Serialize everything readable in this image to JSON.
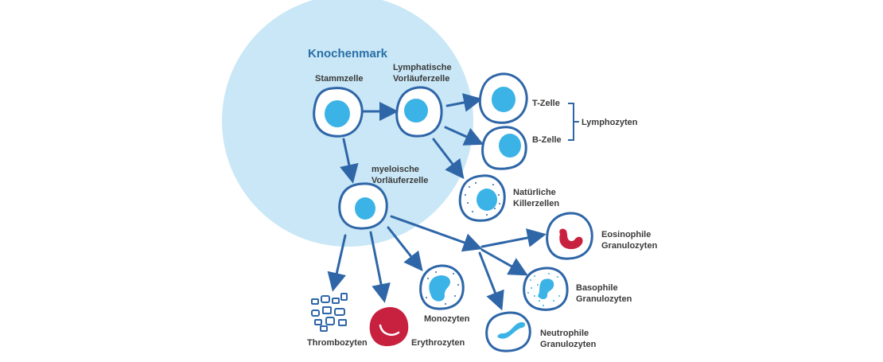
{
  "diagram": {
    "region_title": "Knochenmark",
    "labels": {
      "stem_cell": "Stammzelle",
      "lymphoid_progenitor_line1": "Lymphatische",
      "lymphoid_progenitor_line2": "Vorläuferzelle",
      "myeloid_progenitor_line1": "myeloische",
      "myeloid_progenitor_line2": "Vorläuferzelle",
      "t_cell": "T-Zelle",
      "b_cell": "B-Zelle",
      "lymphocytes": "Lymphozyten",
      "nk_line1": "Natürliche",
      "nk_line2": "Killerzellen",
      "eosinophil_line1": "Eosinophile",
      "eosinophil_line2": "Granulozyten",
      "basophil_line1": "Basophile",
      "basophil_line2": "Granulozyten",
      "neutrophil_line1": "Neutrophile",
      "neutrophil_line2": "Granulozyten",
      "monocytes": "Monozyten",
      "thrombocytes": "Thrombozyten",
      "erythrocytes": "Erythrozyten"
    },
    "colors": {
      "marrow": "#c9e7f6",
      "cell_outline": "#2e66a8",
      "nucleus": "#3bb3e6",
      "arrow": "#2e66a8",
      "red_cell": "#c8213f",
      "title": "#2a6fa8"
    }
  }
}
